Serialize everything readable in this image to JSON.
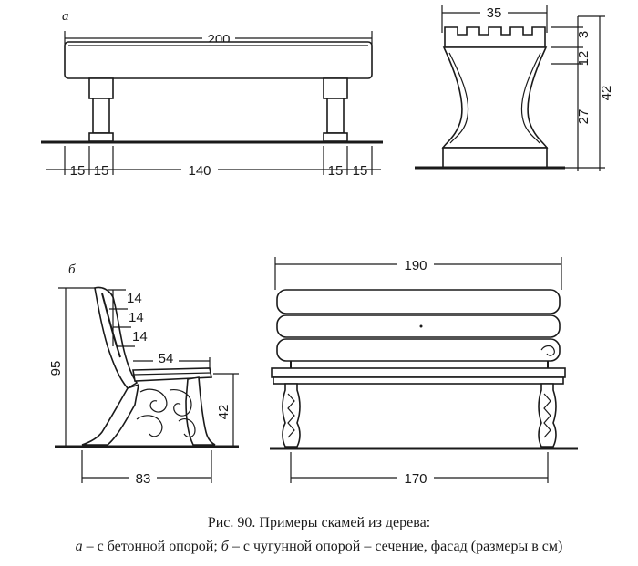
{
  "panel_labels": {
    "a": "а",
    "b": "б"
  },
  "dimensions": {
    "a_front_length": "200",
    "a_front_left_outer": "15",
    "a_front_left_inner": "15",
    "a_front_middle": "140",
    "a_front_right_inner": "15",
    "a_front_right_outer": "15",
    "a_side_width": "35",
    "a_side_seat": "12",
    "a_side_slat": "3",
    "a_side_support": "27",
    "a_side_total": "42",
    "b_side_slat1": "14",
    "b_side_slat2": "14",
    "b_side_slat3": "14",
    "b_side_height": "95",
    "b_side_seat_depth": "54",
    "b_side_seat_height": "42",
    "b_side_depth": "83",
    "b_front_back_width": "190",
    "b_front_leg_span": "170"
  },
  "caption": {
    "line1": "Рис. 90. Примеры скамей из дерева:",
    "line2_a": "а",
    "line2_a_text": " – с бетонной опорой; ",
    "line2_b": "б",
    "line2_b_text": " – с чугунной опорой – сечение, фасад (размеры в см)"
  }
}
